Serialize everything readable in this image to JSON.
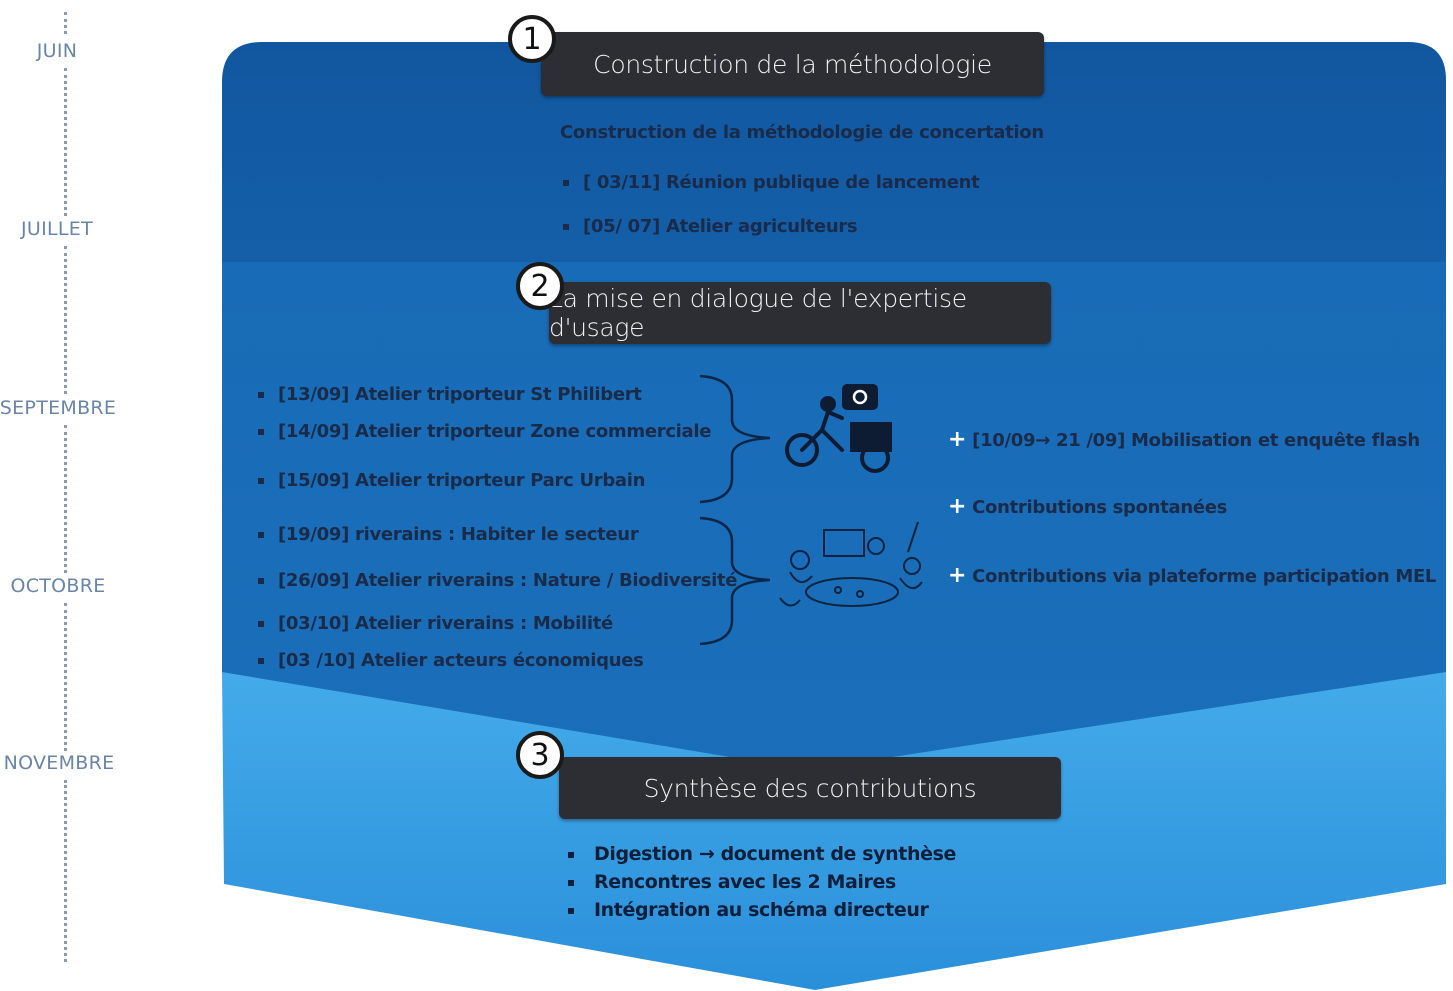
{
  "timeline": {
    "months": [
      "JUIN",
      "JUILLET",
      "SEPTEMBRE",
      "OCTOBRE",
      "NOVEMBRE"
    ]
  },
  "steps": [
    {
      "number": "1",
      "title": "Construction de la méthodologie"
    },
    {
      "number": "2",
      "title": "La mise en dialogue de l'expertise d'usage"
    },
    {
      "number": "3",
      "title": "Synthèse des contributions"
    }
  ],
  "phase1": {
    "heading": "Construction de la méthodologie de concertation",
    "items": [
      "[ 03/11] Réunion publique de lancement",
      "[05/ 07] Atelier agriculteurs"
    ]
  },
  "phase2": {
    "left_items": [
      "[13/09] Atelier triporteur St Philibert",
      "[14/09] Atelier triporteur Zone commerciale",
      "[15/09] Atelier triporteur Parc Urbain",
      "[19/09]  riverains : Habiter le secteur",
      "[26/09] Atelier riverains : Nature / Biodiversité",
      "[03/10] Atelier riverains : Mobilité",
      "[03  /10] Atelier acteurs économiques"
    ],
    "right_items": [
      "[10/09→ 21 /09] Mobilisation et enquête flash",
      "Contributions spontanées",
      "Contributions via plateforme participation MEL"
    ],
    "icons": [
      "tricycle-camera-icon",
      "group-meeting-icon"
    ]
  },
  "phase3": {
    "items": [
      "Digestion → document de synthèse",
      "Rencontres avec les 2 Maires",
      "Intégration au schéma directeur"
    ]
  },
  "colors": {
    "dark_blue": "#1460a8",
    "mid_blue": "#1b7cc8",
    "light_blue": "#3aa2e2",
    "box": "#2d2e33"
  }
}
